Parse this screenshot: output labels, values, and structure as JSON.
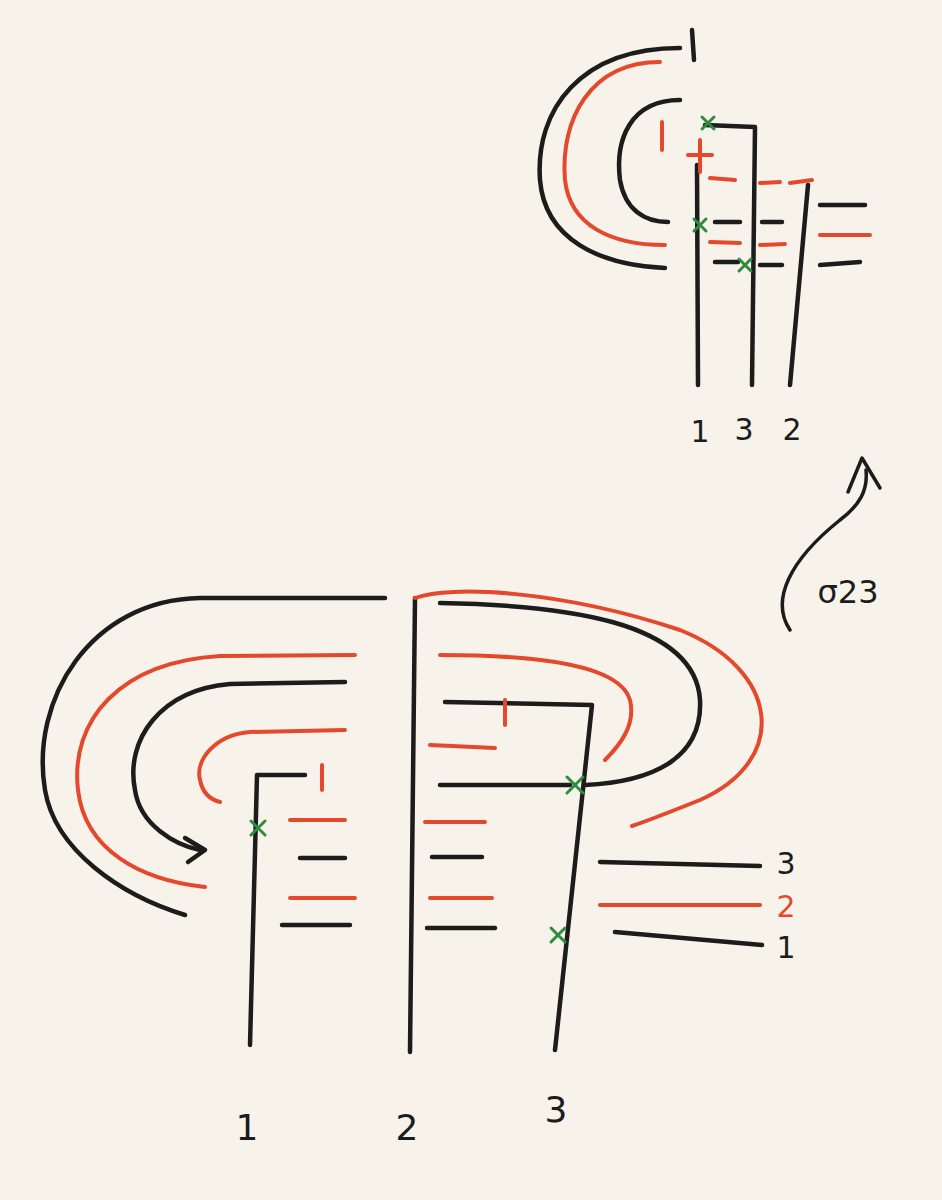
{
  "diagram": {
    "labels": [
      "1",
      "3",
      "2",
      "σ23",
      "3",
      "2",
      "1",
      "1",
      "2",
      "3"
    ]
  }
}
